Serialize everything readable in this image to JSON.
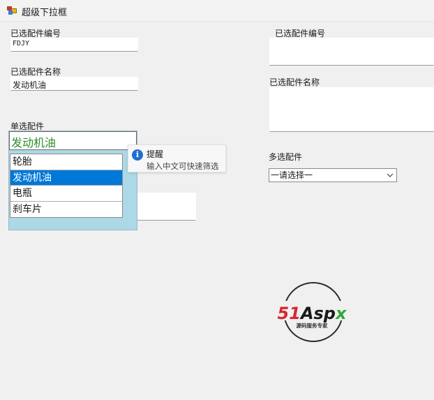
{
  "window": {
    "title": "超级下拉框"
  },
  "left": {
    "code_label": "已选配件编号",
    "code_value": "FDJY",
    "name_label": "已选配件名称",
    "name_value": "发动机油",
    "single_label": "单选配件",
    "combo_text": "发动机油",
    "list_items": [
      "轮胎",
      "发动机油",
      "电瓶",
      "刹车片"
    ],
    "selected_item": "发动机油"
  },
  "tooltip": {
    "icon": "info-icon",
    "title": "提醒",
    "text": "输入中文可快速筛选"
  },
  "right": {
    "code_label": "已选配件编号",
    "code_value": "",
    "name_label": "已选配件名称",
    "name_value": "",
    "multi_label": "多选配件",
    "select_value": "一请选择一"
  },
  "logo": {
    "text_main": "51Aspx",
    "text_sub": "源码服务专家",
    "colors": {
      "red": "#d7282f",
      "black": "#1a1a1a",
      "green": "#2fa836"
    }
  },
  "colors": {
    "panel": "#add8e6",
    "selection": "#0078d7",
    "combo_text": "#2e8b2e"
  }
}
